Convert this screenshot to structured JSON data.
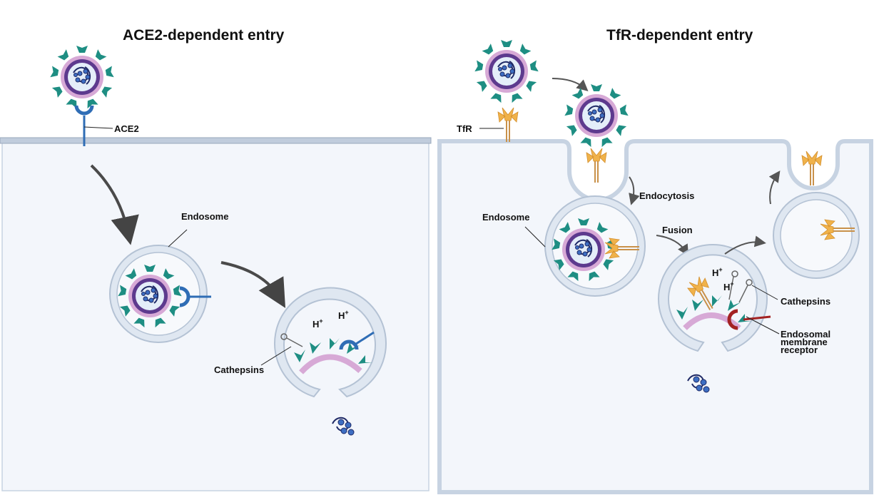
{
  "left_panel": {
    "title": "ACE2-dependent entry",
    "labels": {
      "ace2": "ACE2",
      "endosome": "Endosome",
      "cathepsins": "Cathepsins",
      "h_plus_1": "H",
      "h_plus_2": "H",
      "plus_sign": "+"
    }
  },
  "right_panel": {
    "title": "TfR-dependent entry",
    "labels": {
      "tfr": "TfR",
      "endocytosis": "Endocytosis",
      "endosome": "Endosome",
      "fusion": "Fusion",
      "cathepsins": "Cathepsins",
      "receptor_line1": "Endosomal",
      "receptor_line2": "membrane",
      "receptor_line3": "receptor",
      "h_plus_1": "H",
      "h_plus_2": "H",
      "plus_sign": "+"
    }
  },
  "colors": {
    "membrane": "#c7d3e2",
    "cytoplasm": "#f3f6fb",
    "spike": "#1e8e83",
    "capsid": "#5d3a8e",
    "rna": "#2a4f96",
    "ace2": "#2f6db5",
    "tfr": "#f0b24a",
    "endosomal_receptor": "#a32222"
  }
}
